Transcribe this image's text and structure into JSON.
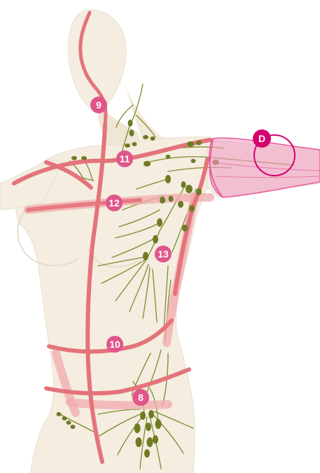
{
  "colors": {
    "background": "#ffffff",
    "skin": "#f4ede0",
    "skin_shadow": "#e6dccb",
    "outline": "#e8dfcf",
    "band": "#e4737a",
    "band_light": "#f1a9ad",
    "vessel": "#7f8a2e",
    "node": "#6f7a24",
    "marker": "#e0558a",
    "sleeve": "#e85a9a",
    "sleeve_fill": "#f0a0c6",
    "marker_d": "#d4006e"
  },
  "markers": {
    "m9": "9",
    "m11": "11",
    "m12": "12",
    "m13": "13",
    "m10": "10",
    "m8": "8",
    "mD": "D"
  }
}
